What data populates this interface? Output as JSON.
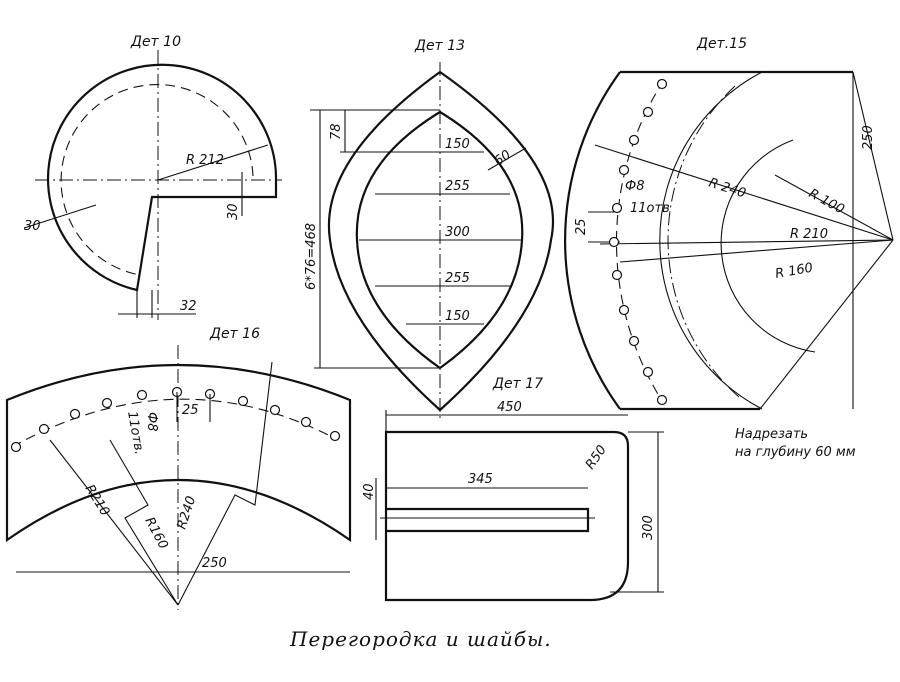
{
  "caption": "Перегородка и шайбы.",
  "note": {
    "line1": "Надрезать",
    "line2": "на глубину 60 мм"
  },
  "parts": {
    "d10": {
      "title": "Дет 10",
      "r": "R 212",
      "w": "30",
      "h": "30",
      "b": "32"
    },
    "d13": {
      "title": "Дет 13",
      "top": "78",
      "total": "6*76=468",
      "band": "60",
      "w1": "150",
      "w2": "255",
      "w3": "300",
      "w4": "255",
      "w5": "150"
    },
    "d15": {
      "title": "Дет.15",
      "h": "250",
      "r1": "R 240",
      "r2": "R 100",
      "r3": "R 210",
      "r4": "R 160",
      "hole": "Ф8",
      "holes": "11отв",
      "pitch": "25"
    },
    "d16": {
      "title": "Дет 16",
      "hole": "Ф8",
      "holes": "11отв.",
      "pitch": "25",
      "r1": "R210",
      "r2": "R160",
      "r3": "R240",
      "w": "250"
    },
    "d17": {
      "title": "Дет 17",
      "w": "450",
      "r": "R50",
      "slot": "345",
      "s": "40",
      "h": "300"
    }
  }
}
